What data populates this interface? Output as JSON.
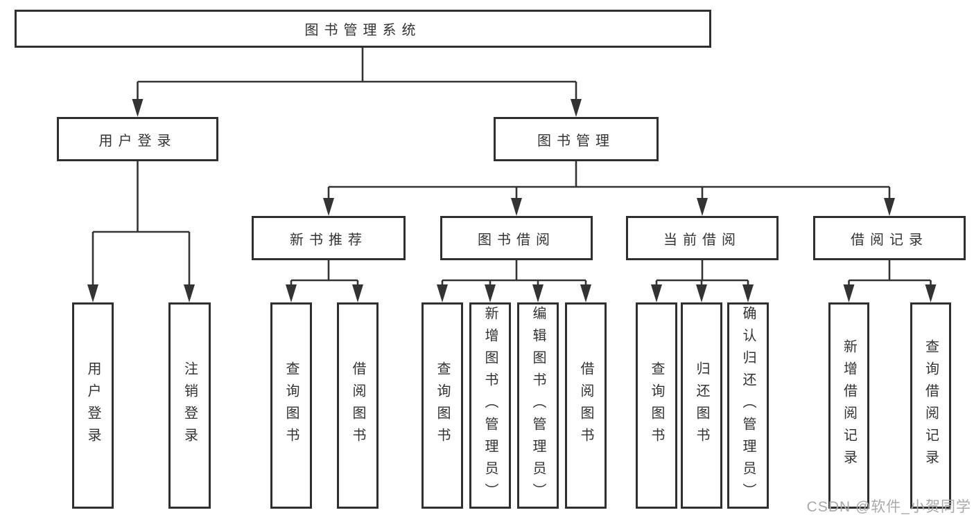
{
  "tree": {
    "root": {
      "label": "图书管理系统"
    },
    "level2": [
      {
        "label": "用户登录",
        "children": [
          {
            "label": "用户登录"
          },
          {
            "label": "注销登录"
          }
        ]
      },
      {
        "label": "图书管理",
        "children": [
          {
            "label": "新书推荐",
            "children": [
              {
                "label": "查询图书"
              },
              {
                "label": "借阅图书"
              }
            ]
          },
          {
            "label": "图书借阅",
            "children": [
              {
                "label": "查询图书"
              },
              {
                "label": "新增图书（管理员）"
              },
              {
                "label": "编辑图书（管理员）"
              },
              {
                "label": "借阅图书"
              }
            ]
          },
          {
            "label": "当前借阅",
            "children": [
              {
                "label": "查询图书"
              },
              {
                "label": "归还图书"
              },
              {
                "label": "确认归还（管理员）"
              }
            ]
          },
          {
            "label": "借阅记录",
            "children": [
              {
                "label": "新增借阅记录"
              },
              {
                "label": "查询借阅记录"
              }
            ]
          }
        ]
      }
    ]
  },
  "watermark": {
    "text": "CSDN @软件_小贺同学"
  },
  "colors": {
    "line": "#333333",
    "box_border": "#2f2f2f",
    "text": "#333333",
    "watermark": "#a9a9a9",
    "background": "#ffffff"
  }
}
